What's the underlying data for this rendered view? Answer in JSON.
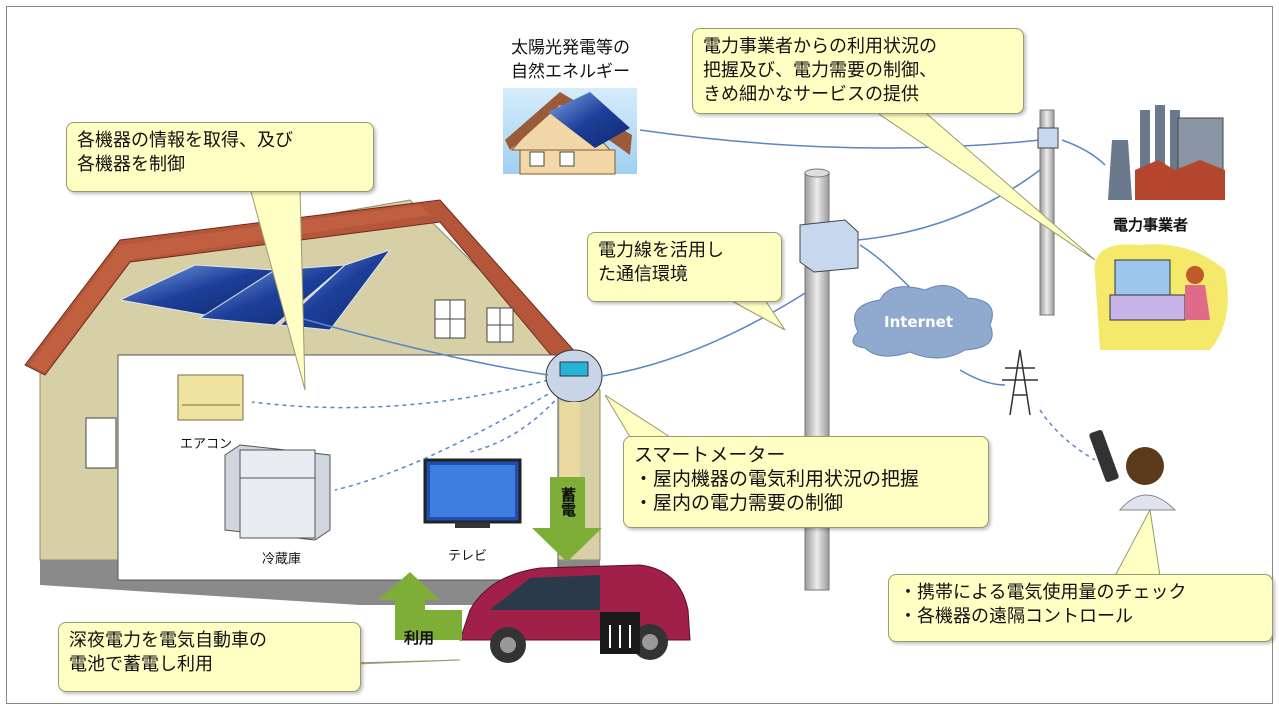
{
  "callouts": {
    "device_info": "各機器の情報を取得、及び\n各機器を制御",
    "utility": "電力事業者からの利用状況の\n把握及び、電力需要の制御、\nきめ細かなサービスの提供",
    "plc": "電力線を活用し\nた通信環境",
    "smart_meter": "スマートメーター\n ・屋内機器の電気利用状況の把握\n ・屋内の電力需要の制御",
    "mobile": "・携帯による電気使用量のチェック\n・各機器の遠隔コントロール",
    "night_power": "深夜電力を電気自動車の\n電池で蓄電し利用"
  },
  "labels": {
    "solar": "太陽光発電等の\n自然エネルギー",
    "utility_company": "電力事業者",
    "internet": "Internet",
    "aircon": "エアコン",
    "fridge": "冷蔵庫",
    "tv": "テレビ",
    "charge": "蓄電",
    "use": "利用"
  },
  "colors": {
    "callout_fill": "#ffffc4",
    "wire": "#5b86c4",
    "arrow_green": "#7fae38",
    "car": "#a0204a",
    "cloud": "#8fa9cf"
  }
}
